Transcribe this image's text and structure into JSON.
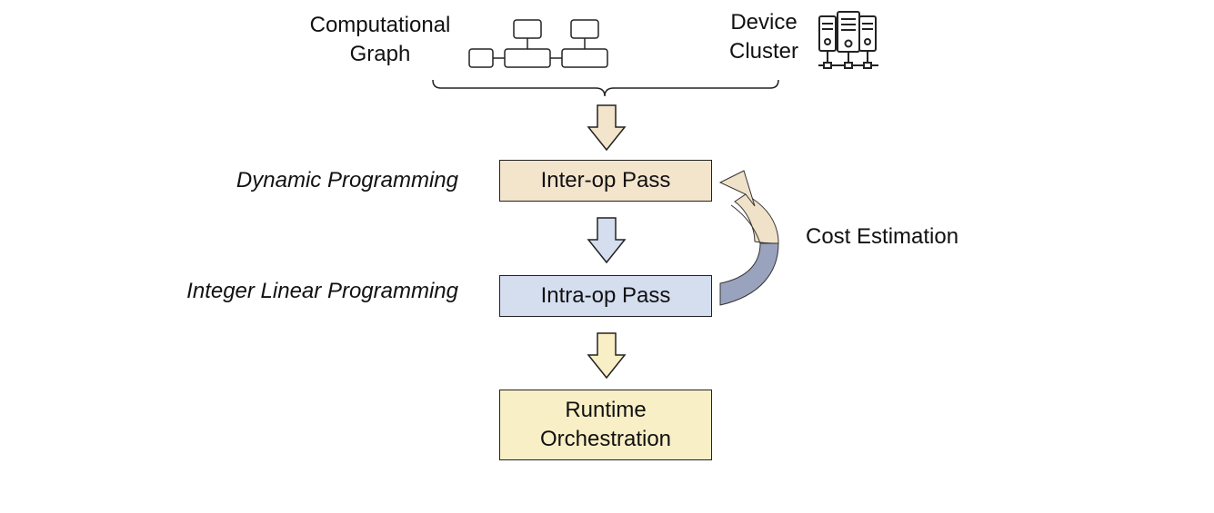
{
  "inputs": {
    "graph_label_line1": "Computational",
    "graph_label_line2": "Graph",
    "cluster_label_line1": "Device",
    "cluster_label_line2": "Cluster"
  },
  "methods": {
    "inter_method": "Dynamic Programming",
    "intra_method": "Integer Linear Programming"
  },
  "passes": {
    "inter_op": "Inter-op Pass",
    "intra_op": "Intra-op Pass",
    "runtime_line1": "Runtime",
    "runtime_line2": "Orchestration"
  },
  "feedback": {
    "label": "Cost Estimation"
  },
  "colors": {
    "inter_fill": "#f3e4cc",
    "intra_fill": "#d5deef",
    "runtime_fill": "#f8efc6",
    "feedback_dark": "#9aa3bd",
    "feedback_light": "#f0e2c8"
  },
  "icons": {
    "graph": "computational-graph-icon",
    "cluster": "server-cluster-icon"
  }
}
